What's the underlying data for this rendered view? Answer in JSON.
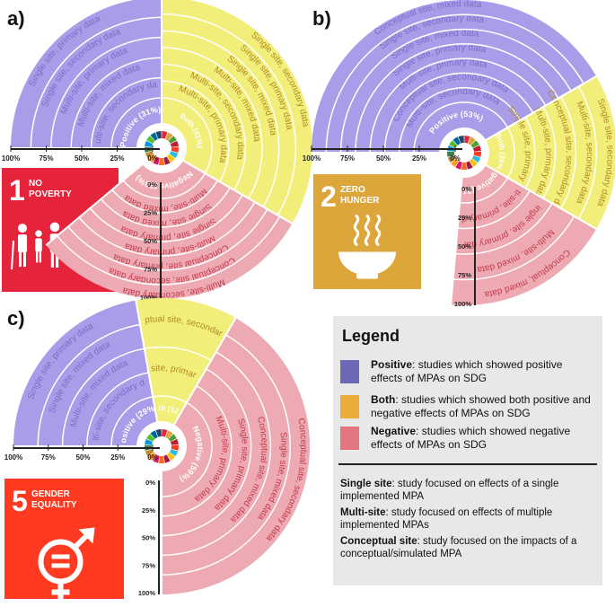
{
  "colors": {
    "positive": "#a99ce9",
    "both": "#f2ee7a",
    "negative": "#eeaab3",
    "positive_text": "#7c6cc9",
    "both_text": "#b08a24",
    "negative_text": "#c23a4a",
    "legend_positive": "#6d69b7",
    "legend_both": "#eaad3a",
    "legend_negative": "#e2757f"
  },
  "panels": [
    {
      "id": "a",
      "label": "a)",
      "sdg": {
        "number": "1",
        "lines": [
          "NO",
          "POVERTY"
        ],
        "color": "#e5243b",
        "icon": "family-icon"
      },
      "scale_left": [
        "100%",
        "75%",
        "50%",
        "25%",
        "0%"
      ],
      "scale_down": [
        "0%",
        "25%",
        "50%",
        "75%",
        "100%"
      ],
      "positive": {
        "label": "Positive",
        "pct": "(31%)",
        "rings": [
          "Multi-site, secondary data",
          "Multi-site, mixed data",
          "Multi-site, primary data",
          "Single site, secondary data",
          "Single site, primary data"
        ]
      },
      "both": {
        "label": "Both",
        "pct": "(41%)",
        "rings": [
          "Multi-site, primary data",
          "Multi-site, secondary data",
          "Multi-site, mixed data",
          "Single site, mixed data",
          "Single site, primary data",
          "Single site, secondary data"
        ]
      },
      "negative": {
        "label": "Negative",
        "pct": "(28%)",
        "rings": [
          "Multi-site, mixed data",
          "Single site, mixed data",
          "Single site, primary data",
          "Multi-site, primary data",
          "Conceptual site, primary data",
          "Conceptual site, secondary data",
          "Multi-site, secondary data"
        ]
      }
    },
    {
      "id": "b",
      "label": "b)",
      "sdg": {
        "number": "2",
        "lines": [
          "ZERO",
          "HUNGER"
        ],
        "color": "#dda63a",
        "icon": "bowl-icon"
      },
      "scale_left": [
        "100%",
        "75%",
        "50%",
        "25%",
        "0%"
      ],
      "scale_down": [
        "0%",
        "25%",
        "50%",
        "75%",
        "100%"
      ],
      "positive": {
        "label": "Positive",
        "pct": "(53%)",
        "rings": [
          "Multi-site, secondary data",
          "Conceptual site, secondary data",
          "Multi-site, primary data",
          "Single site, primary data",
          "Single site, mixed data",
          "Single site, secondary data",
          "Conceptual site, mixed data"
        ]
      },
      "both": {
        "label": "Both",
        "pct": "(25%)",
        "rings": [
          "Single site, primary data",
          "Multi-site, primary data",
          "Conceptual site, secondary data",
          "Multi-site, secondary data",
          "Single site, secondary data"
        ]
      },
      "negative": {
        "label": "Negative",
        "pct": "(21%)",
        "rings": [
          "Multi-site, primary data",
          "Single site, primary data",
          "Multi-site, mixed data",
          "Conceptual, mixed data"
        ]
      }
    },
    {
      "id": "c",
      "label": "c)",
      "sdg": {
        "number": "5",
        "lines": [
          "GENDER",
          "EQUALITY"
        ],
        "color": "#ff3a21",
        "icon": "gender-equality-icon"
      },
      "scale_left": [
        "100%",
        "75%",
        "50%",
        "25%",
        "0%"
      ],
      "scale_down": [
        "0%",
        "25%",
        "50%",
        "75%",
        "100%"
      ],
      "positive": {
        "label": "Positive",
        "pct": "(29%)",
        "rings": [
          "Multi-site, secondary data",
          "Multi-site, mixed data",
          "Single site, mixed data",
          "Single site, primary data"
        ]
      },
      "both": {
        "label": "Both",
        "pct": "(12%)",
        "rings": [
          "Multi-site, primary data",
          "Conceptual site, secondary data"
        ]
      },
      "negative": {
        "label": "Negative",
        "pct": "(59%)",
        "rings": [
          "Multi-site, primary data",
          "Single site, primary data",
          "Conceptual site, mixed data",
          "Single site, mixed data",
          "Conceptual site, secondary data"
        ]
      }
    }
  ],
  "legend": {
    "title": "Legend",
    "items": [
      {
        "term": "Positive",
        "text": ": studies which showed positive effects of MPAs on SDG"
      },
      {
        "term": "Both",
        "text": ": studies which showed both positive and negative effects of MPAs on SDG"
      },
      {
        "term": "Negative",
        "text": ": studies which showed negative effects of MPAs on SDG"
      }
    ],
    "definitions": [
      {
        "term": "Single site",
        "text": ": study focused on effects of a single implemented MPA"
      },
      {
        "term": "Multi-site",
        "text": ": study focused on effects of multiple implemented MPAs"
      },
      {
        "term": "Conceptual site",
        "text": ": study focused on the impacts of a conceptual/simulated MPA"
      }
    ]
  },
  "sdg_wheel_colors": [
    "#e5243b",
    "#dda63a",
    "#4c9f38",
    "#c5192d",
    "#ff3a21",
    "#26bde2",
    "#fcc30b",
    "#a21942",
    "#fd6925",
    "#dd1367",
    "#fd9d24",
    "#bf8b2e",
    "#3f7e44",
    "#0a97d9",
    "#56c02b",
    "#00689d",
    "#19486a"
  ]
}
